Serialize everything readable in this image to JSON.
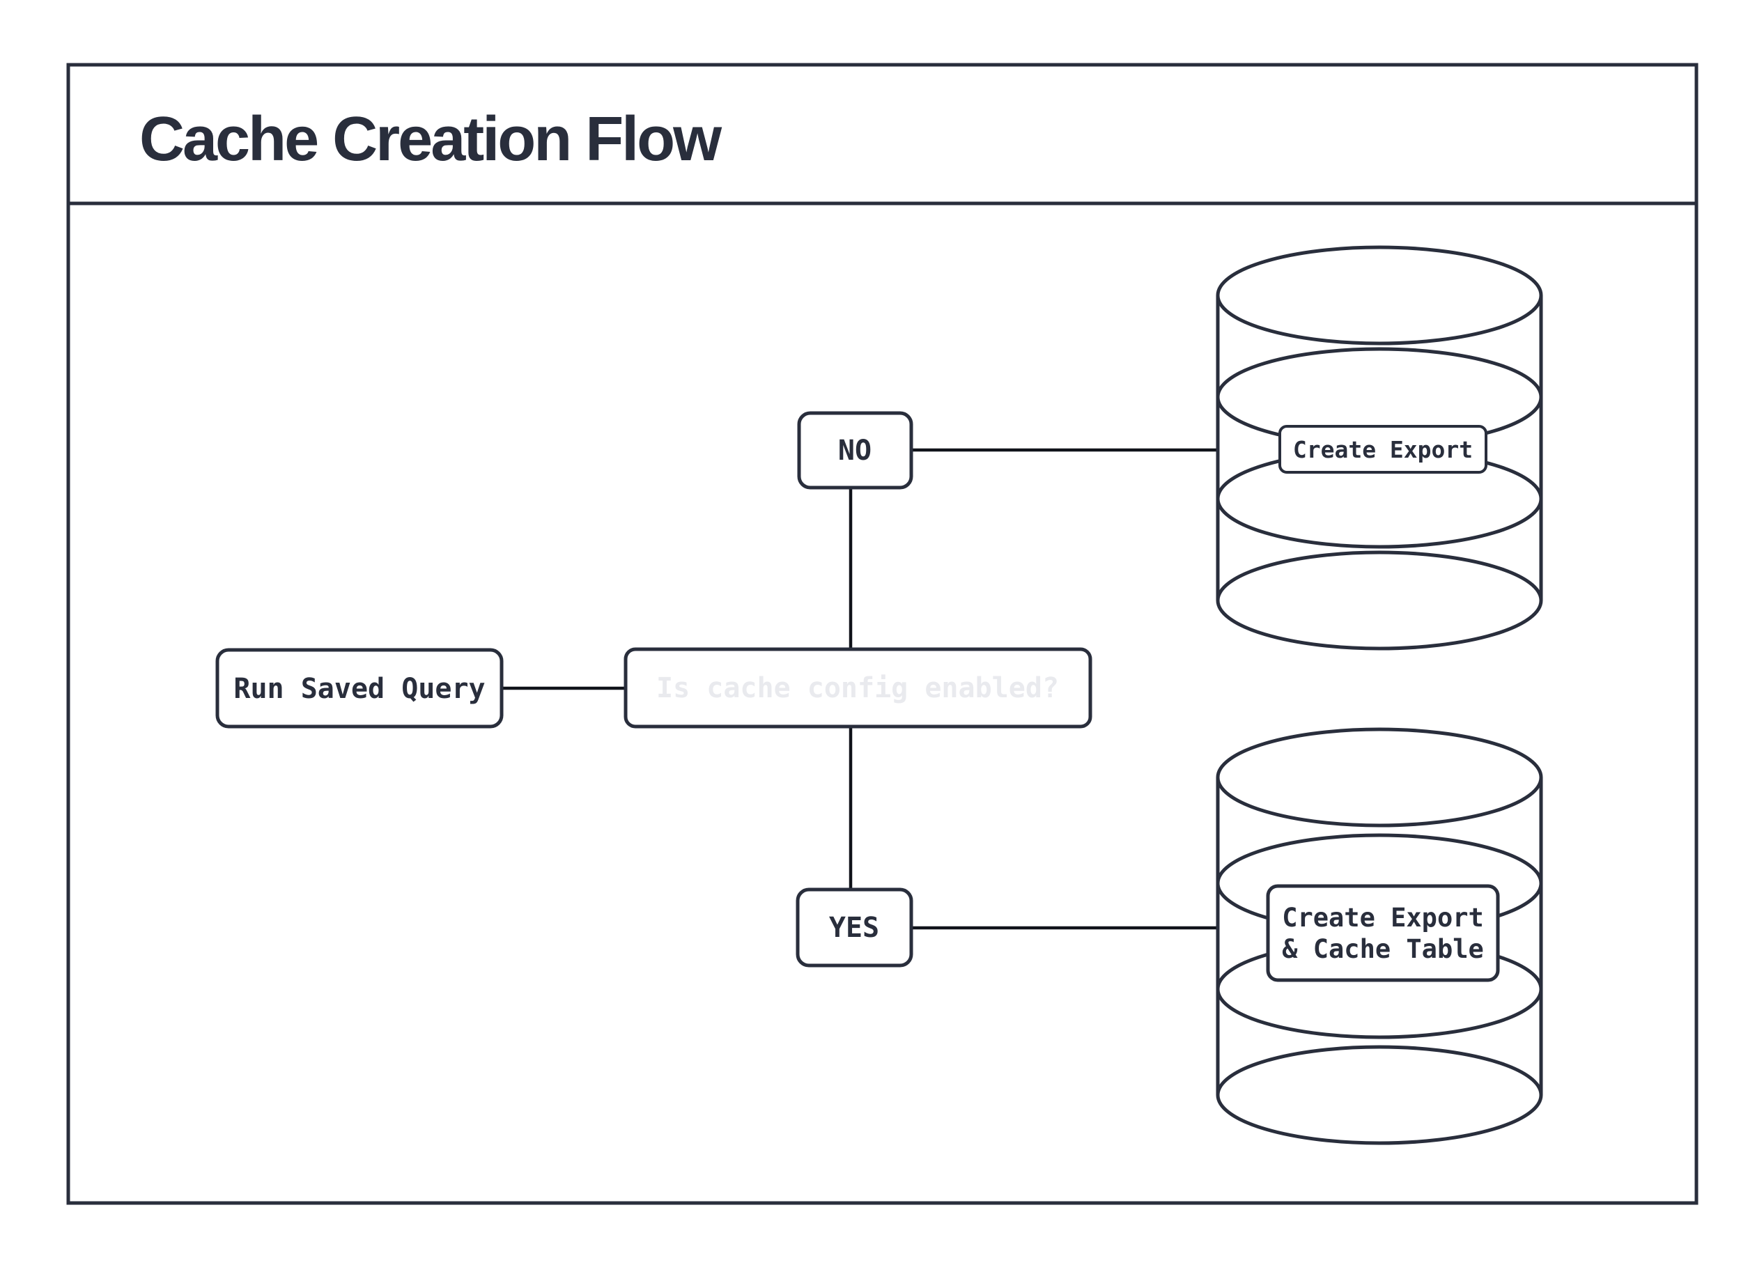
{
  "header": {
    "title": "Cache Creation Flow"
  },
  "colors": {
    "green": "#61D79C",
    "navy": "#292E3C",
    "light_text": "#E9EAEE",
    "connector": "#10131A",
    "background": "#FFFFFF"
  },
  "icons": {
    "database": "cylinder-stack"
  },
  "diagram": {
    "type": "flowchart",
    "nodes": {
      "run": {
        "id": "run-saved-query",
        "label": "Run Saved Query",
        "shape": "rounded-rect",
        "fill": "green"
      },
      "decision": {
        "id": "cache-config-decision",
        "label": "Is cache config enabled?",
        "shape": "rounded-rect",
        "fill": "navy"
      },
      "no": {
        "id": "branch-no",
        "label": "NO",
        "shape": "rounded-rect",
        "fill": "white"
      },
      "yes": {
        "id": "branch-yes",
        "label": "YES",
        "shape": "rounded-rect",
        "fill": "green"
      },
      "export_db": {
        "id": "create-export-db",
        "label": "Create Export",
        "shape": "database",
        "label_fill": "white"
      },
      "export_cache_db": {
        "id": "create-export-cache-db",
        "label_line1": "Create Export",
        "label_line2": "& Cache Table",
        "shape": "database",
        "label_fill": "green"
      }
    },
    "edges": [
      {
        "from": "run-saved-query",
        "to": "cache-config-decision"
      },
      {
        "from": "cache-config-decision",
        "to": "branch-no"
      },
      {
        "from": "cache-config-decision",
        "to": "branch-yes"
      },
      {
        "from": "branch-no",
        "to": "create-export-db"
      },
      {
        "from": "branch-yes",
        "to": "create-export-cache-db"
      }
    ]
  }
}
